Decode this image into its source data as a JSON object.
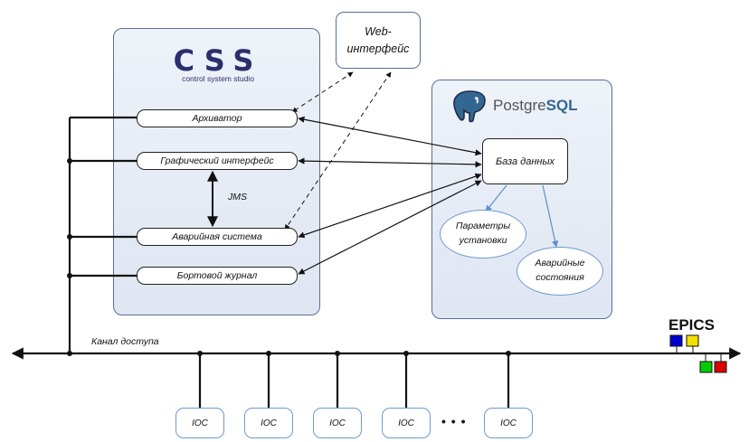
{
  "css_logo": {
    "title": "CSS",
    "subtitle": "control system studio"
  },
  "web_interface": {
    "line1": "Web-",
    "line2": "интерфейс"
  },
  "css_components": {
    "archiver": "Архиватор",
    "graphic_interface": "Графический интерфейс",
    "jms": "JMS",
    "alarm_system": "Аварийная система",
    "logbook": "Бортовой журнал"
  },
  "postgres": {
    "logo_part1": "Postgre",
    "logo_part2": "SQL",
    "database": "База данных",
    "setup_params_line1": "Параметры",
    "setup_params_line2": "установки",
    "alarm_states_line1": "Аварийные",
    "alarm_states_line2": "состояния"
  },
  "access_channel": "Канал доступа",
  "epics": "EPICS",
  "iocs": [
    "IOC",
    "IOC",
    "IOC",
    "IOC",
    "IOC"
  ],
  "ellipsis": "• • •",
  "colors": {
    "panel_border": "#5a6f95",
    "cloud_border": "#6d9bd0",
    "css_logo": "#2b2f6b",
    "postgres_blue": "#336791",
    "epics_blue": "#0000cc",
    "epics_yellow": "#f2e000",
    "epics_green": "#00cc00",
    "epics_red": "#dd0000"
  }
}
